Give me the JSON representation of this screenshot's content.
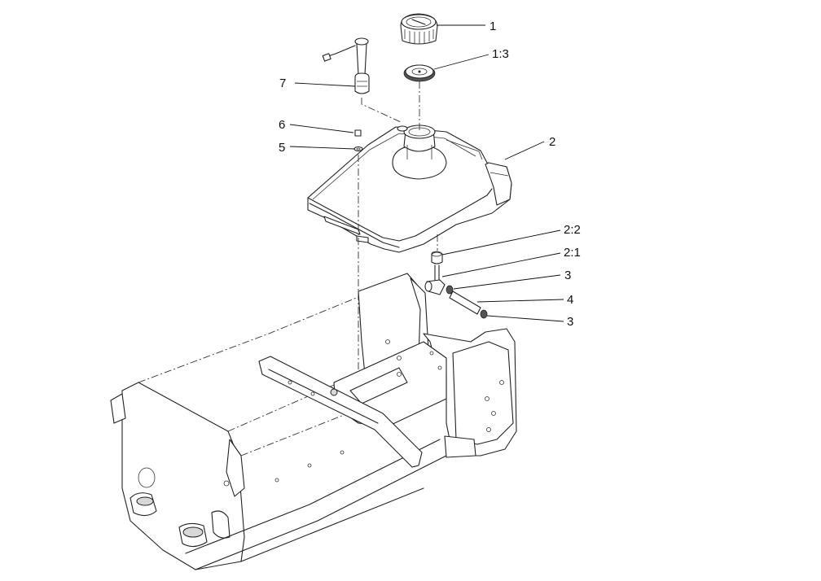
{
  "callouts": [
    {
      "id": "c1",
      "label": "1"
    },
    {
      "id": "c13",
      "label": "1:3"
    },
    {
      "id": "c2",
      "label": "2"
    },
    {
      "id": "c7",
      "label": "7"
    },
    {
      "id": "c6",
      "label": "6"
    },
    {
      "id": "c5",
      "label": "5"
    },
    {
      "id": "c22",
      "label": "2:2"
    },
    {
      "id": "c21",
      "label": "2:1"
    },
    {
      "id": "c3a",
      "label": "3"
    },
    {
      "id": "c4",
      "label": "4"
    },
    {
      "id": "c3b",
      "label": "3"
    }
  ],
  "colors": {
    "line": "#222222",
    "background": "#ffffff",
    "shade": "#d8d8d8"
  }
}
